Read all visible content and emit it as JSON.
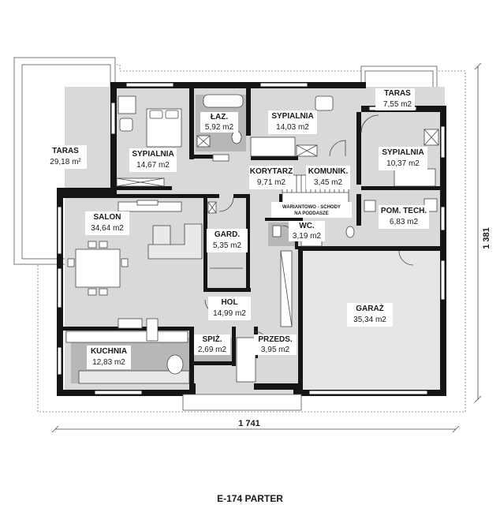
{
  "rooms": {
    "taras_left": {
      "name": "TARAS",
      "area": "29,18 m²"
    },
    "taras_top": {
      "name": "TARAS",
      "area": "7,55 m2"
    },
    "sypialnia_1": {
      "name": "SYPIALNIA",
      "area": "14,67 m2"
    },
    "lazienka": {
      "name": "ŁAZ.",
      "area": "5,92 m2"
    },
    "sypialnia_2": {
      "name": "SYPIALNIA",
      "area": "14,03 m2"
    },
    "sypialnia_3": {
      "name": "SYPIALNIA",
      "area": "10,37 m2"
    },
    "korytarz": {
      "name": "KORYTARZ",
      "area": "9,71 m2"
    },
    "komunikacja": {
      "name": "KOMUNIK.",
      "area": "3,45 m2"
    },
    "salon": {
      "name": "SALON",
      "area": "34,64 m2"
    },
    "garderoba": {
      "name": "GARD.",
      "area": "5,35 m2"
    },
    "wc": {
      "name": "WC.",
      "area": "3,19 m2"
    },
    "pom_tech": {
      "name": "POM. TECH.",
      "area": "6,83 m2"
    },
    "hol": {
      "name": "HOL",
      "area": "14,99 m2"
    },
    "garaz": {
      "name": "GARAŻ",
      "area": "35,34 m2"
    },
    "kuchnia": {
      "name": "KUCHNIA",
      "area": "12,83 m2"
    },
    "spizarnia": {
      "name": "SPIŻ.",
      "area": "2,69 m2"
    },
    "przedsionek": {
      "name": "PRZEDS.",
      "area": "3,95 m2"
    }
  },
  "stairs_note": {
    "line1": "WARIANTOWO - SCHODY",
    "line2": "NA PODDASZE"
  },
  "dimensions": {
    "width": "1 741",
    "depth": "1 381"
  },
  "caption": "E-174 PARTER",
  "colors": {
    "walls": "#151515",
    "wet_floor": "#b7b7b7",
    "floor": "#d9d9d9",
    "background": "#ffffff"
  }
}
